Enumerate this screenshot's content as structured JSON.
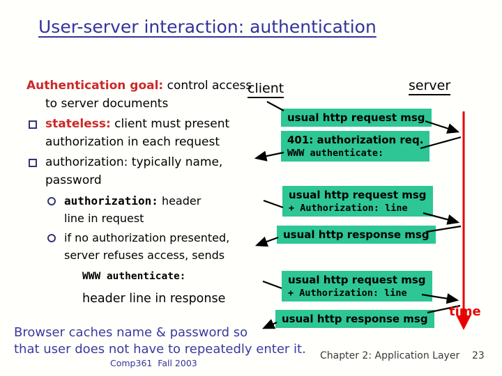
{
  "slide": {
    "title": "User-server interaction: authentication"
  },
  "left": {
    "goal_label": "Authentication goal:",
    "goal_rest": " control access to server documents",
    "bullet1_label": "stateless:",
    "bullet1_rest": " client must present authorization in each request",
    "bullet2_text": "authorization: typically name, password",
    "sub1_mono": "authorization:",
    "sub1_rest": " header line in request",
    "sub2_text": "if no authorization presented, server refuses access, sends",
    "sub2_code": "WWW authenticate:",
    "sub2_tail": "header line in response"
  },
  "diagram": {
    "client_label": "client",
    "server_label": "server",
    "time_label": "time",
    "box_color": "#2DC694",
    "timeline_color": "#E80000",
    "boxes": [
      {
        "line1": "usual http request msg"
      },
      {
        "line1": "401: authorization req.",
        "line2": "WWW authenticate:"
      },
      {
        "line1": "usual http request msg",
        "line2": "+ Authorization: line"
      },
      {
        "line1": "usual http response msg"
      },
      {
        "line1": "usual http request msg",
        "line2": "+ Authorization: line"
      },
      {
        "line1": "usual http response msg"
      }
    ]
  },
  "note": {
    "line1": "Browser caches name & password so",
    "line2": "that user does not have to repeatedly enter it."
  },
  "footer": {
    "course": "Comp361  Fall 2003",
    "chapter": "Chapter 2: Application Layer",
    "page": "23"
  },
  "colors": {
    "title_navy": "#333399",
    "accent_red": "#CC2929",
    "note_blue": "#3A3A9E",
    "box_teal": "#2DC694",
    "timeline_red": "#E80000",
    "bullet_navy": "#333377"
  }
}
